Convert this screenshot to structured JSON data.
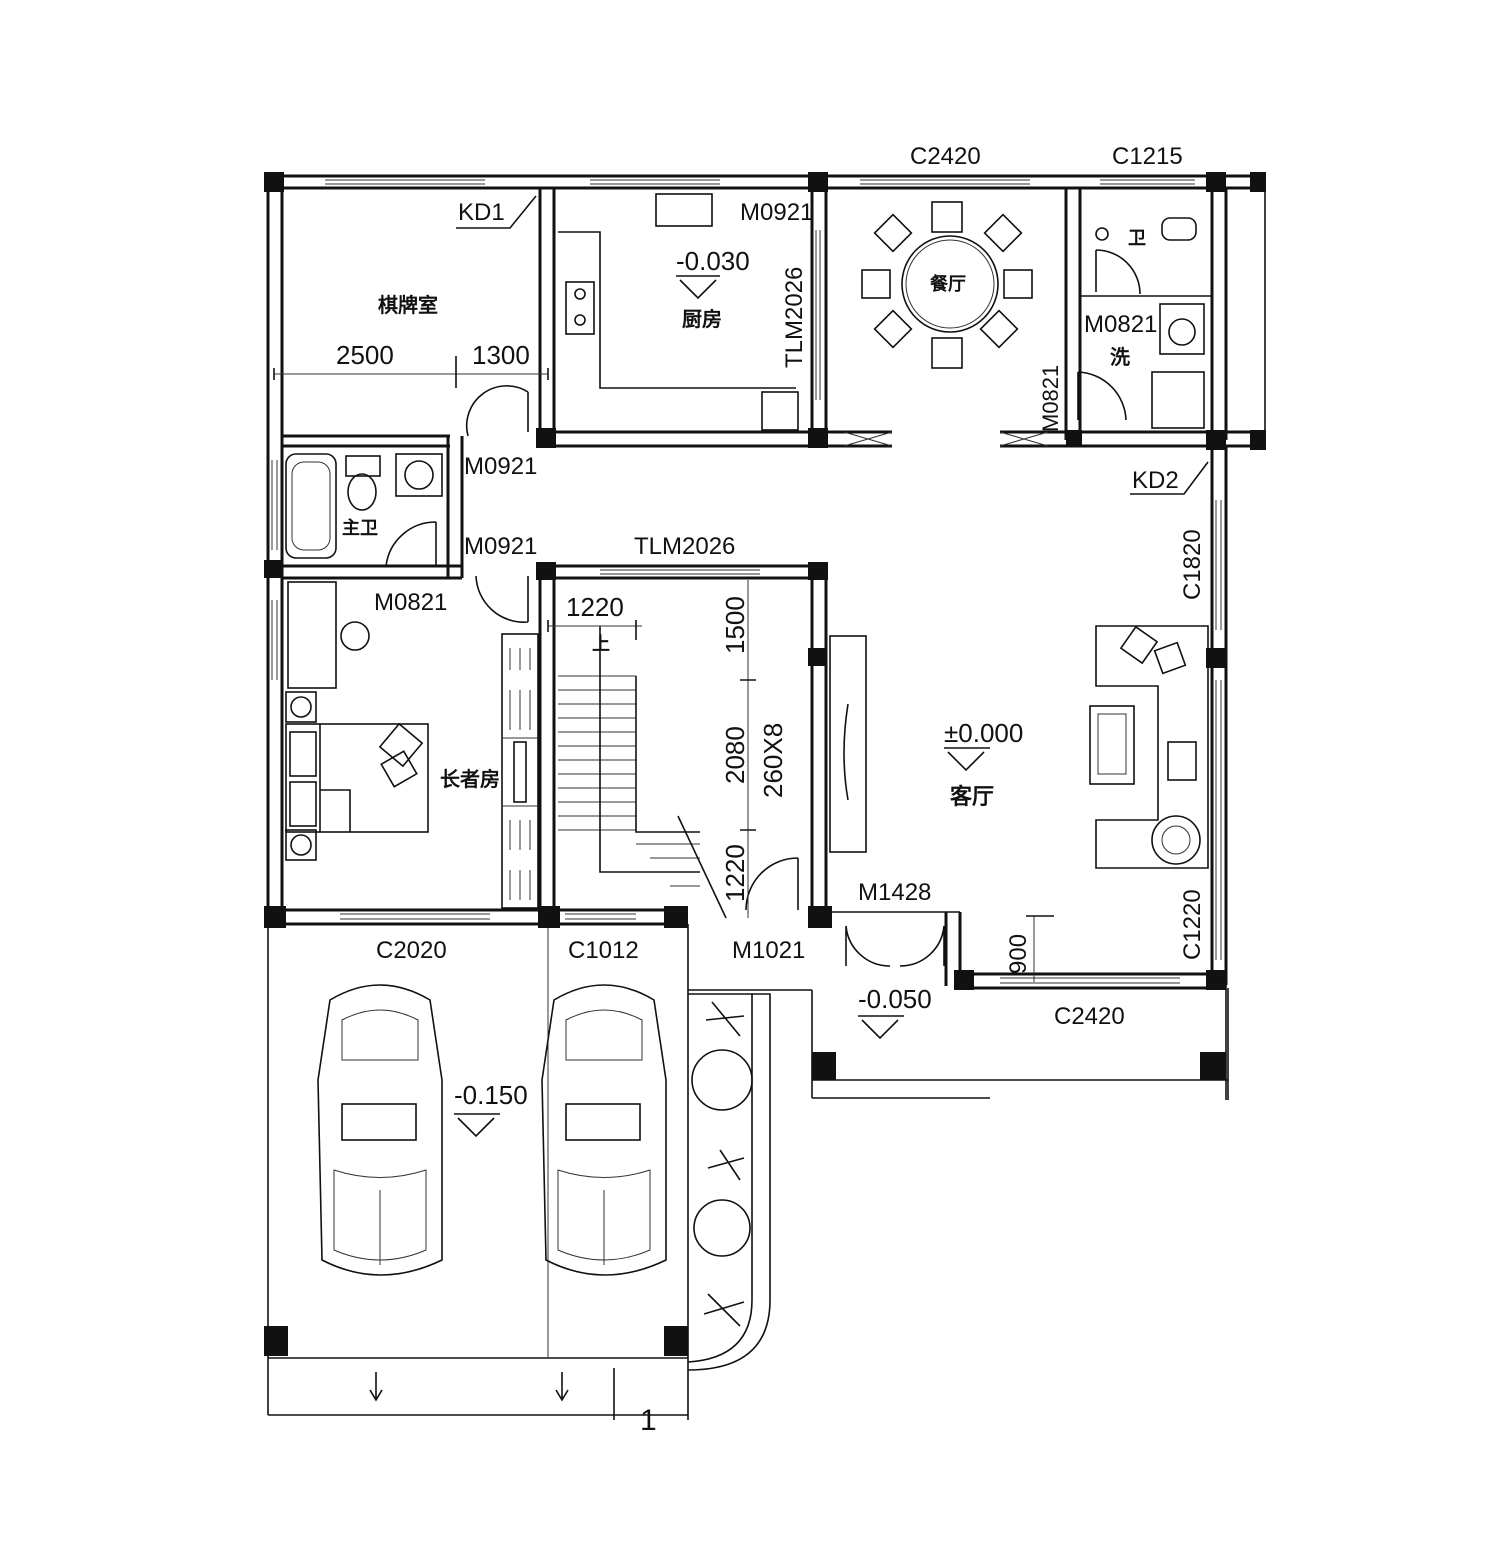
{
  "rooms": {
    "chess_room": "棋牌室",
    "kitchen": "厨房",
    "dining": "餐厅",
    "toilet": "卫",
    "wash": "洗",
    "master_bath": "主卫",
    "elder_room": "长者房",
    "living": "客厅"
  },
  "levels": {
    "kitchen": "-0.030",
    "living": "±0.000",
    "porch": "-0.050",
    "garage": "-0.150"
  },
  "doors": {
    "kd1": "KD1",
    "kd2": "KD2",
    "m0921_kitchen": "M0921",
    "m0921_chess": "M0921",
    "m0921_bath": "M0921",
    "m0821_bath": "M0821",
    "m0821_wash": "M0821",
    "m0821_toilet": "M0821",
    "tlm2026_dining": "TLM2026",
    "tlm2026_stair": "TLM2026",
    "m1428": "M1428",
    "m1021": "M1021"
  },
  "windows": {
    "c2020": "C2020",
    "c1012": "C1012",
    "c2420_front": "C2420",
    "c1820": "C1820",
    "c1220": "C1220",
    "top_dining": "C2420",
    "top_toilet": "C1215"
  },
  "dimensions": {
    "d2500": "2500",
    "d1300": "1300",
    "d1220_stair": "1220",
    "d1500": "1500",
    "d2080": "2080",
    "d1220_v": "1220",
    "steps": "260X8",
    "d900": "900"
  },
  "stair_up": "上",
  "axis_mark": "1"
}
